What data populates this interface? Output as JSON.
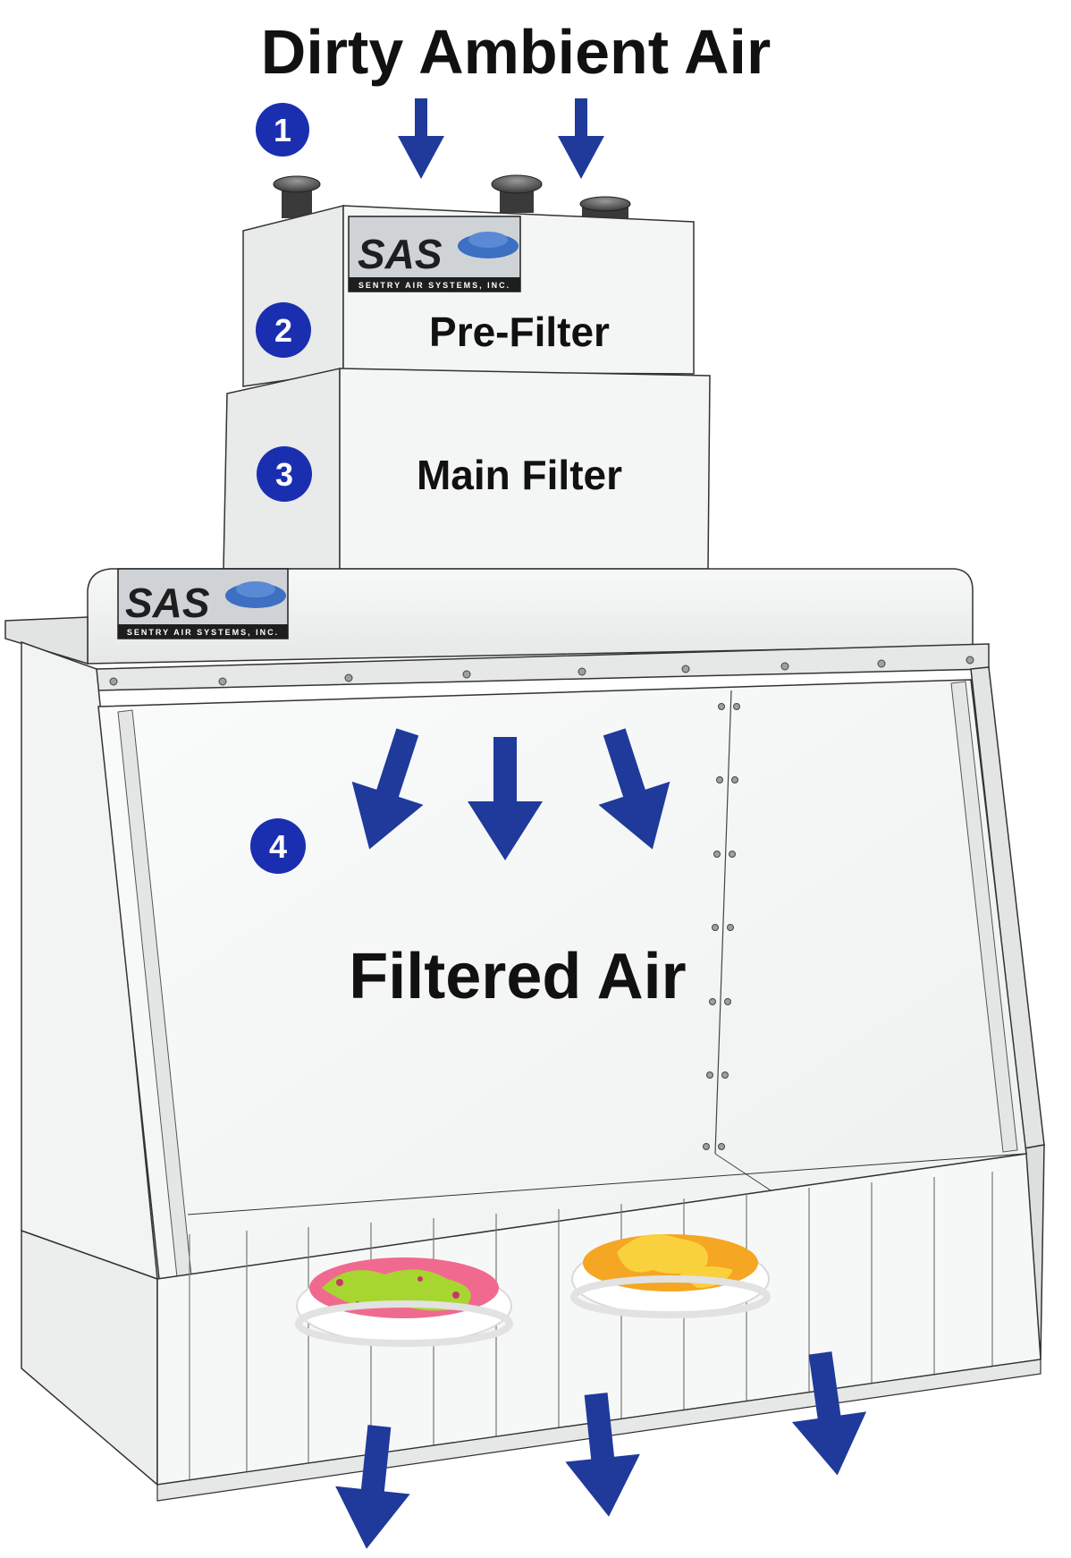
{
  "diagram": {
    "title": "Dirty Ambient Air",
    "prefilter_label": "Pre-Filter",
    "main_filter_label": "Main Filter",
    "filtered_air_label": "Filtered Air",
    "steps": [
      "1",
      "2",
      "3",
      "4"
    ]
  },
  "logo": {
    "brand": "SAS",
    "tagline": "SENTRY AIR SYSTEMS, INC."
  },
  "colors": {
    "arrow": "#1f3a9a",
    "badge": "#1a2fb0",
    "cabinet": "#f3f4f4",
    "outline": "#3a3a3a",
    "logo_bg": "#1e1e1e",
    "logo_blue": "#3d6fc2"
  }
}
